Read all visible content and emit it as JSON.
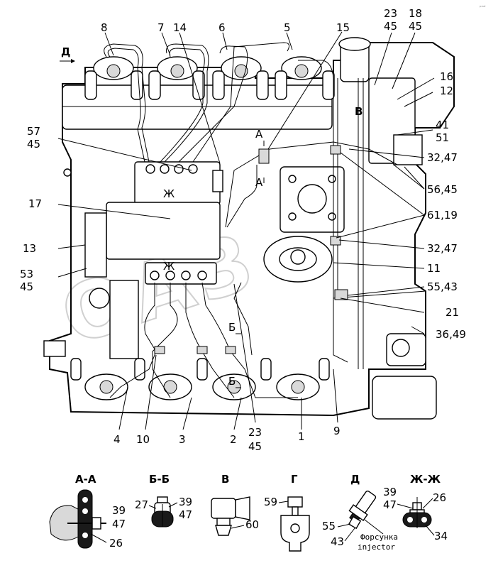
{
  "corner_mark": "ᵖᵉᵃˡ",
  "watermark": "ОАЗ",
  "callouts": {
    "c8": "8",
    "c7": "7",
    "c14": "14",
    "c6": "6",
    "c5": "5",
    "c15": "15",
    "c23a": "23",
    "c45a": "45",
    "c18": "18",
    "c45b": "45",
    "c16": "16",
    "c12": "12",
    "c41": "41",
    "c51": "51",
    "c57": "57",
    "c45c": "45",
    "c3247a": "32,47",
    "c5645": "56,45",
    "c17": "17",
    "c6119": "61,19",
    "c13": "13",
    "c3247b": "32,47",
    "c53": "53",
    "c45d": "45",
    "c11": "11",
    "c5543": "55,43",
    "c21": "21",
    "c3649": "36,49",
    "c4": "4",
    "c10": "10",
    "c3": "3",
    "c2": "2",
    "c23b": "23",
    "c45e": "45",
    "c1": "1",
    "c9": "9"
  },
  "view_marks": {
    "d": "Д",
    "a_top": "А",
    "a_bottom": "А",
    "zh_top": "Ж",
    "zh_bottom": "Ж",
    "v": "В",
    "b_top": "Б",
    "b_bottom": "Б"
  },
  "sections": {
    "aa": {
      "title": "А-А",
      "labels": [
        "39",
        "47",
        "26"
      ]
    },
    "bb": {
      "title": "Б-Б",
      "labels": [
        "27",
        "39",
        "47"
      ]
    },
    "v": {
      "title": "В",
      "labels": [
        "60"
      ]
    },
    "g": {
      "title": "Г",
      "labels": [
        "59"
      ]
    },
    "d": {
      "title": "Д",
      "labels": [
        "55",
        "43"
      ],
      "note_ru": "Форсунка",
      "note_en": "injector"
    },
    "zz": {
      "title": "Ж-Ж",
      "labels": [
        "39",
        "47",
        "26",
        "34"
      ]
    }
  }
}
